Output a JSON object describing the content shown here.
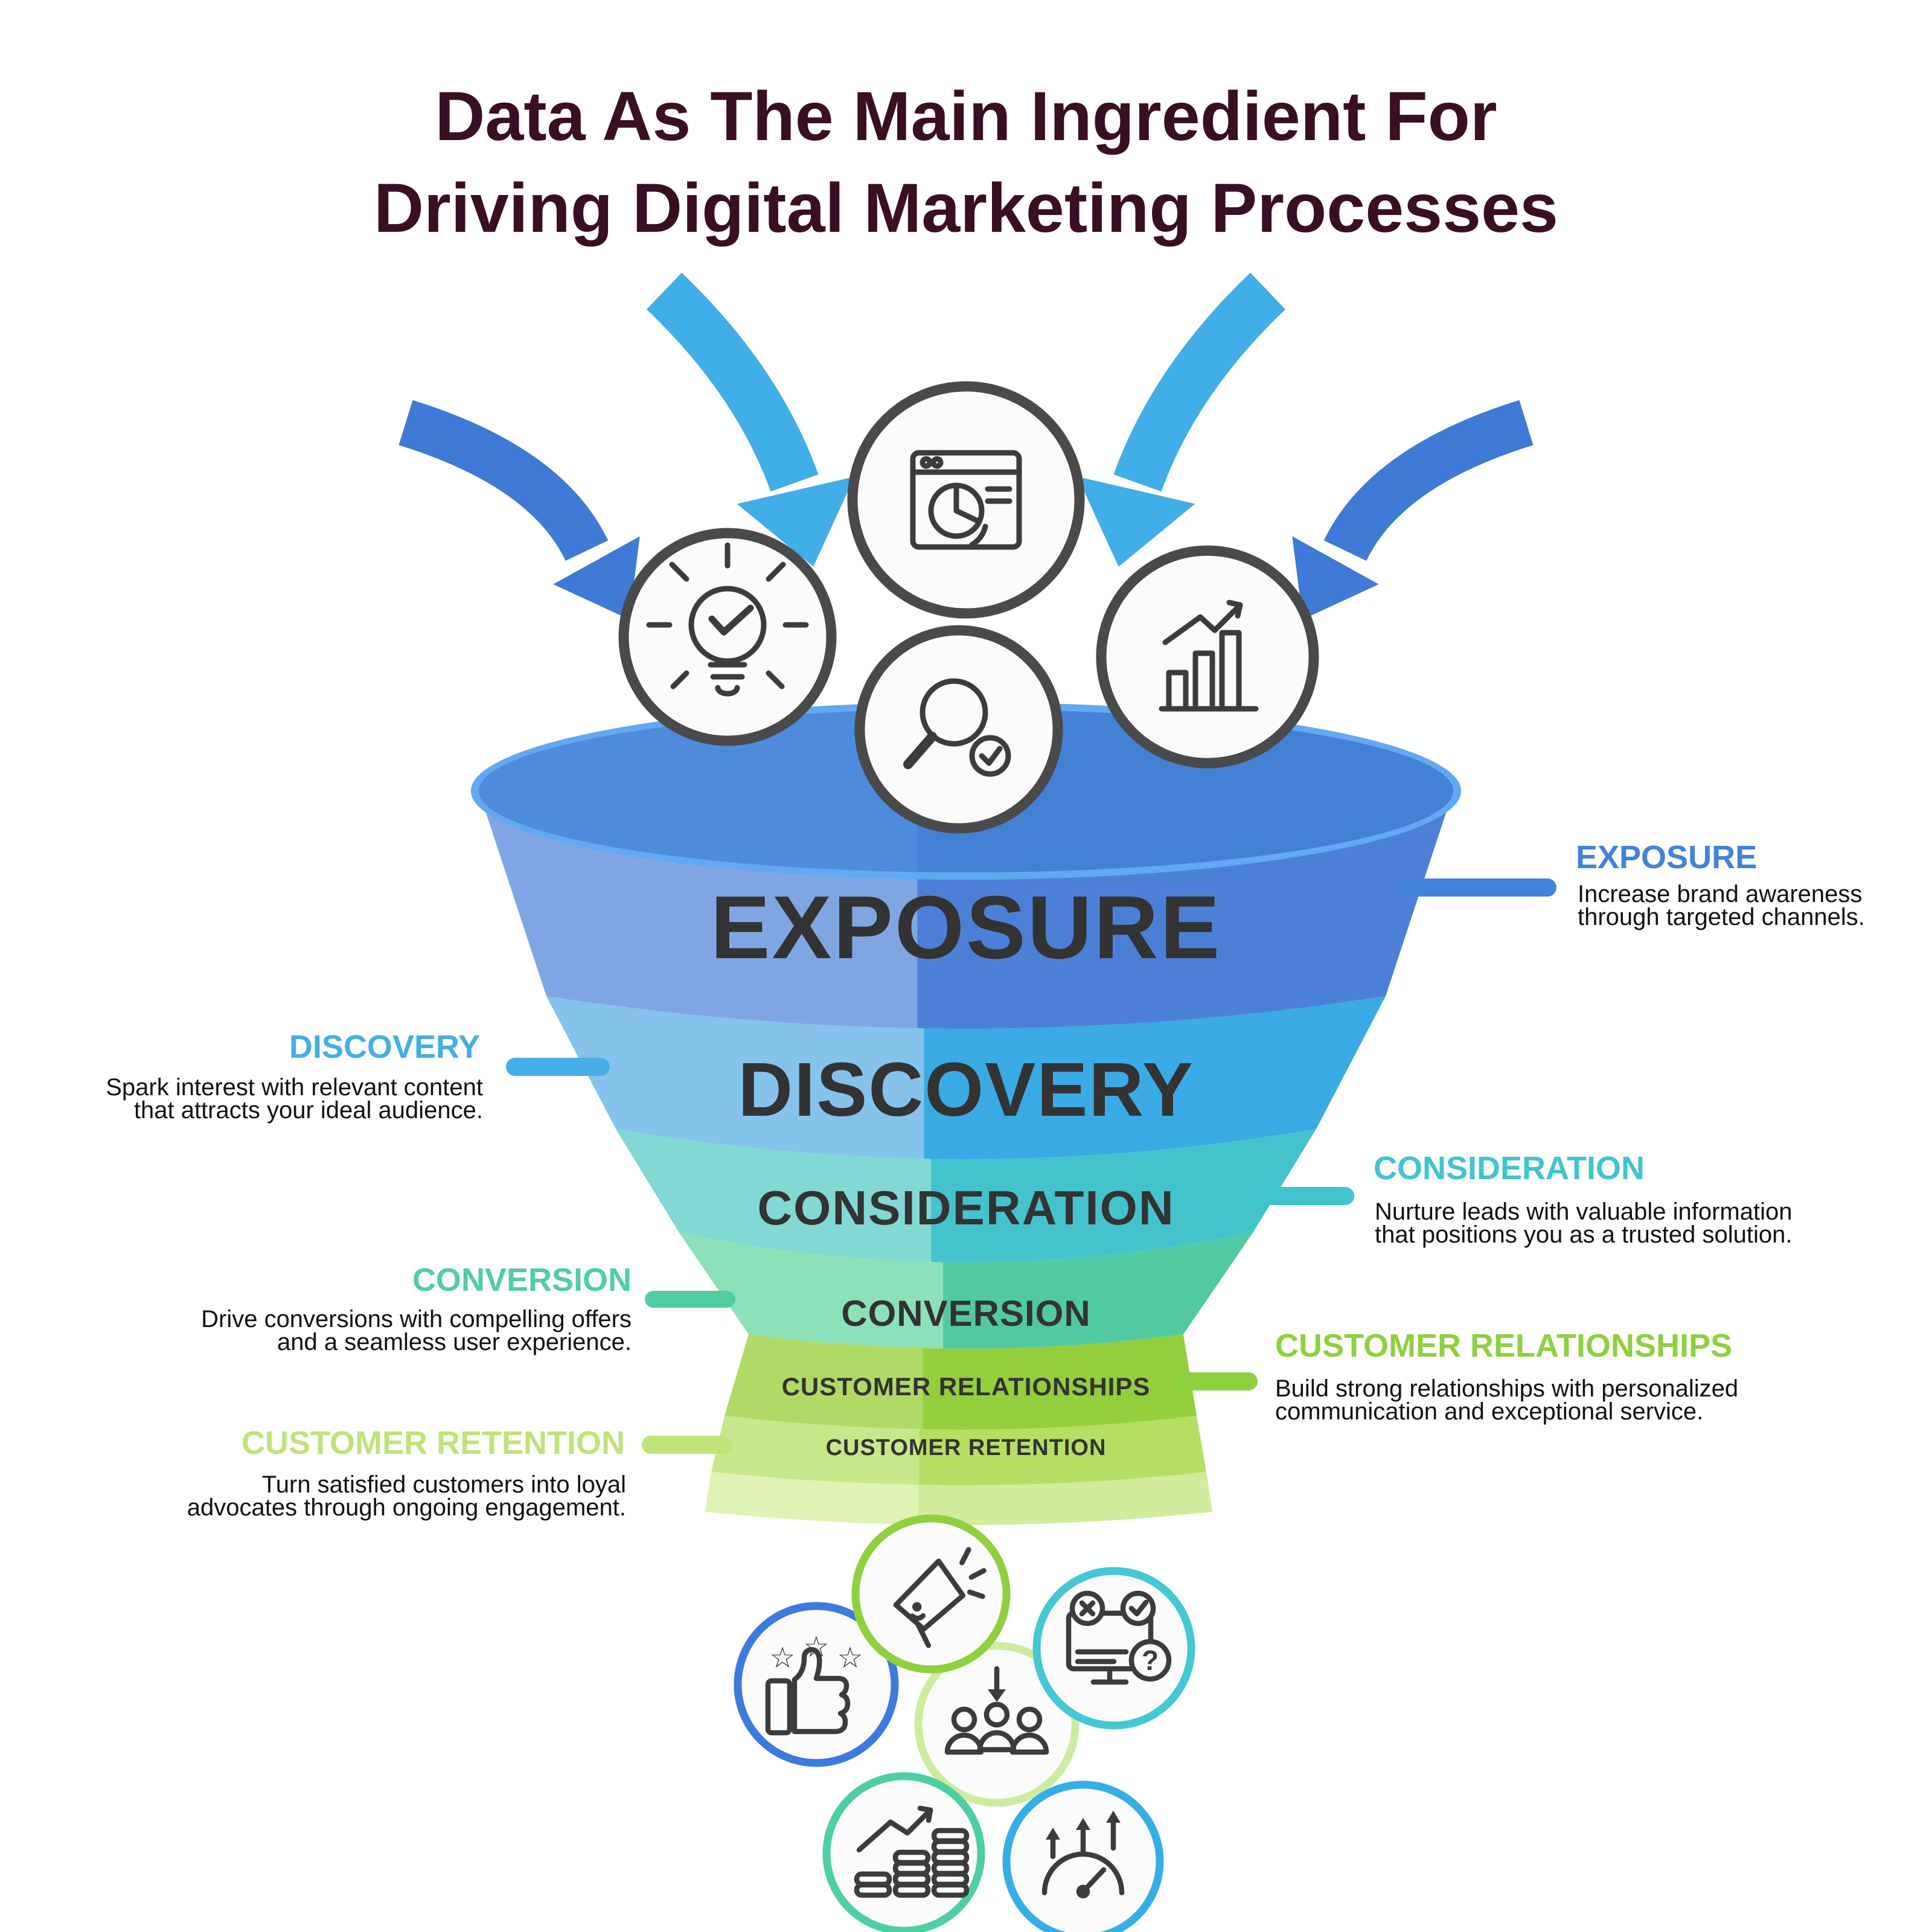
{
  "title": {
    "line1": "Data As The Main Ingredient For",
    "line2": "Driving Digital Marketing Processes",
    "color": "#3a0e23"
  },
  "arrows": {
    "outer_color": "#3e7ad6",
    "inner_color": "#41aee8"
  },
  "funnel": {
    "rim_color": "#62a8f3",
    "top_left": "#4e8bdc",
    "top_right": "#4381d5",
    "label_color": "#333333",
    "stages": [
      {
        "label": "EXPOSURE",
        "left": "#7fa6e3",
        "right": "#4c80d7"
      },
      {
        "label": "DISCOVERY",
        "left": "#85c3ec",
        "right": "#3aaae4"
      },
      {
        "label": "CONSIDERATION",
        "left": "#82d8d2",
        "right": "#45c3cc"
      },
      {
        "label": "CONVERSION",
        "left": "#8de1b9",
        "right": "#52caa1"
      },
      {
        "label": "CUSTOMER RELATIONSHIPS",
        "left": "#afda65",
        "right": "#94ce3d"
      },
      {
        "label": "CUSTOMER RETENTION",
        "left": "#c7e88a",
        "right": "#b4df63"
      }
    ],
    "base": {
      "left": "#def3b4",
      "right": "#d0ec9c"
    }
  },
  "body_text_color": "#111111",
  "callouts": [
    {
      "heading": "EXPOSURE",
      "color": "#4183d8",
      "side": "right",
      "lines": [
        "Increase brand awareness",
        "through targeted channels."
      ]
    },
    {
      "heading": "DISCOVERY",
      "color": "#45aee6",
      "side": "left",
      "lines": [
        "Spark interest with relevant content",
        "that attracts your ideal audience."
      ]
    },
    {
      "heading": "CONSIDERATION",
      "color": "#40c4cd",
      "side": "right",
      "lines": [
        "Nurture leads with valuable information",
        "that positions you as a trusted solution."
      ]
    },
    {
      "heading": "CONVERSION",
      "color": "#52cda2",
      "side": "left",
      "lines": [
        "Drive conversions with compelling offers",
        "and a seamless user experience."
      ]
    },
    {
      "heading": "CUSTOMER RELATIONSHIPS",
      "color": "#8ed03f",
      "side": "right",
      "lines": [
        "Build strong relationships with personalized",
        "communication and exceptional service."
      ]
    },
    {
      "heading": "CUSTOMER RETENTION",
      "color": "#bfe379",
      "side": "left",
      "lines": [
        "Turn satisfied customers into loyal",
        "advocates through ongoing engagement."
      ]
    }
  ],
  "icon_style": {
    "circle_border": "#4a4a4a",
    "stroke": "#3c3c3c",
    "circle_fill": "#fbfbfb"
  },
  "top_icons": [
    {
      "name": "idea-lightbulb-check-icon"
    },
    {
      "name": "browser-analytics-pie-icon"
    },
    {
      "name": "search-verify-magnifier-icon"
    },
    {
      "name": "growth-bar-chart-icon"
    }
  ],
  "bottom_icons": [
    {
      "name": "megaphone-promotion-icon",
      "ring": "#8fd03f"
    },
    {
      "name": "thumbs-up-rating-icon",
      "ring": "#3b7ade"
    },
    {
      "name": "audience-segmentation-icon",
      "ring": "#cdeca0"
    },
    {
      "name": "feedback-qa-monitor-icon",
      "ring": "#45c8d4"
    },
    {
      "name": "revenue-coins-growth-icon",
      "ring": "#4ecfa0"
    },
    {
      "name": "performance-speedometer-icon",
      "ring": "#35aee8"
    }
  ]
}
